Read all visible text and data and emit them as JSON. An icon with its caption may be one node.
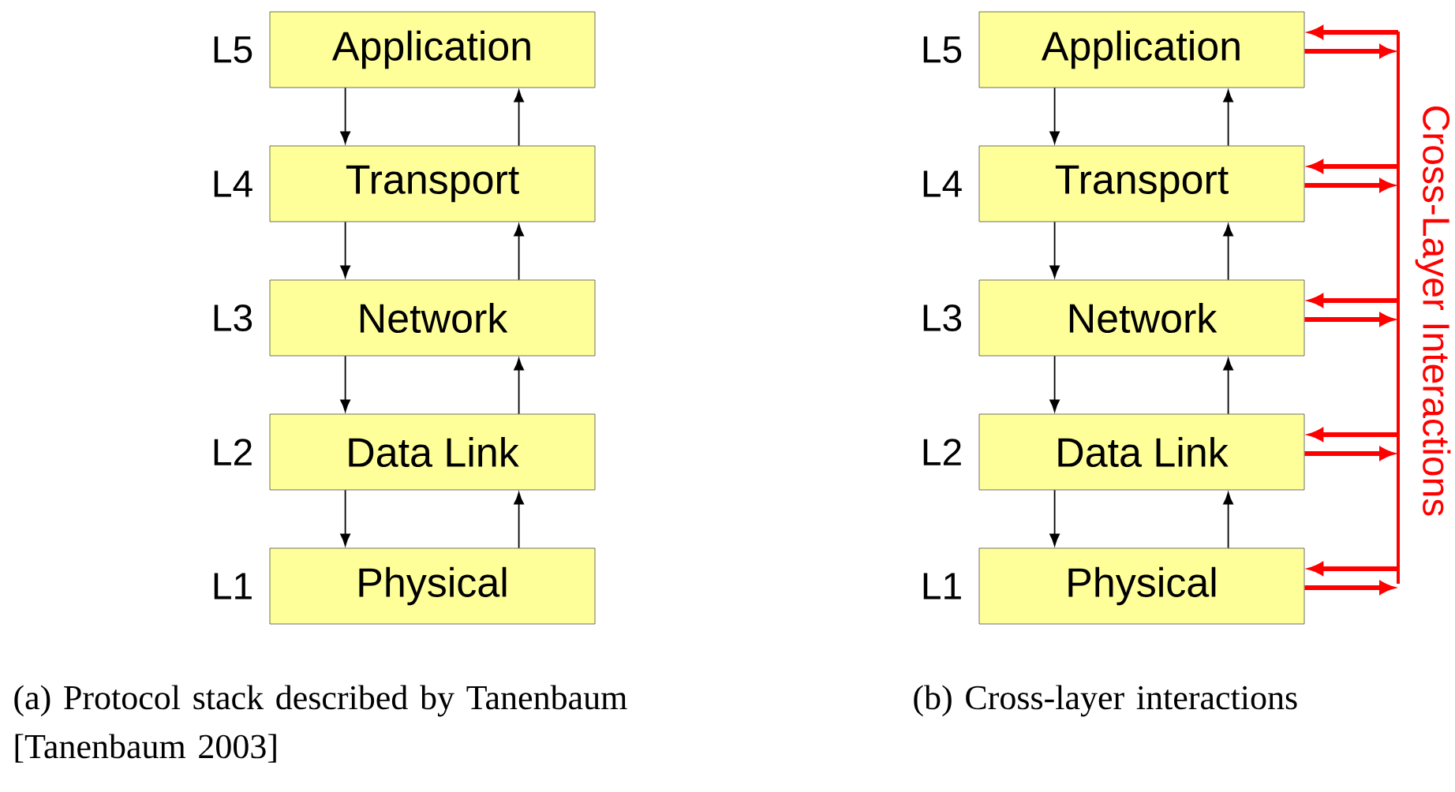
{
  "diagram": {
    "nodes": [
      {
        "text": [
          "Application"
        ],
        "beside": [
          "L5"
        ]
      },
      {
        "text": [
          "Transport"
        ],
        "beside": [
          "L4"
        ]
      },
      {
        "text": [
          "Network"
        ],
        "beside": [
          "L3"
        ]
      },
      {
        "text": [
          "Data Link"
        ],
        "beside": [
          "L2"
        ]
      },
      {
        "text": [
          "Physical"
        ],
        "beside": [
          "L1"
        ]
      },
      {
        "text": [
          "Application"
        ],
        "beside": [
          "L5"
        ]
      },
      {
        "text": [
          "Transport"
        ],
        "beside": [
          "L4"
        ]
      },
      {
        "text": [
          "Network"
        ],
        "beside": [
          "L3"
        ]
      },
      {
        "text": [
          "Data Link"
        ],
        "beside": [
          "L2"
        ]
      },
      {
        "text": [
          "Physical"
        ],
        "beside": [
          "L1"
        ]
      },
      {
        "text": [],
        "shape": "bar",
        "beside": [
          "Cross-Layer Interactions"
        ]
      }
    ],
    "edges": [
      {
        "from": 0,
        "to": 1,
        "arrow": "to"
      },
      {
        "from": 1,
        "to": 0,
        "arrow": "to"
      },
      {
        "from": 1,
        "to": 2,
        "arrow": "to"
      },
      {
        "from": 2,
        "to": 1,
        "arrow": "to"
      },
      {
        "from": 2,
        "to": 3,
        "arrow": "to"
      },
      {
        "from": 3,
        "to": 2,
        "arrow": "to"
      },
      {
        "from": 3,
        "to": 4,
        "arrow": "to"
      },
      {
        "from": 4,
        "to": 3,
        "arrow": "to"
      },
      {
        "from": 5,
        "to": 6,
        "arrow": "to"
      },
      {
        "from": 6,
        "to": 5,
        "arrow": "to"
      },
      {
        "from": 6,
        "to": 7,
        "arrow": "to"
      },
      {
        "from": 7,
        "to": 6,
        "arrow": "to"
      },
      {
        "from": 7,
        "to": 8,
        "arrow": "to"
      },
      {
        "from": 8,
        "to": 7,
        "arrow": "to"
      },
      {
        "from": 8,
        "to": 9,
        "arrow": "to"
      },
      {
        "from": 9,
        "to": 8,
        "arrow": "to"
      },
      {
        "from": 10,
        "to": 5,
        "arrow": "to",
        "style": "thick",
        "color": "#ff0000"
      },
      {
        "from": 5,
        "to": 10,
        "arrow": "to",
        "style": "thick",
        "color": "#ff0000"
      },
      {
        "from": 10,
        "to": 6,
        "arrow": "to",
        "style": "thick",
        "color": "#ff0000"
      },
      {
        "from": 6,
        "to": 10,
        "arrow": "to",
        "style": "thick",
        "color": "#ff0000"
      },
      {
        "from": 10,
        "to": 7,
        "arrow": "to",
        "style": "thick",
        "color": "#ff0000"
      },
      {
        "from": 7,
        "to": 10,
        "arrow": "to",
        "style": "thick",
        "color": "#ff0000"
      },
      {
        "from": 10,
        "to": 8,
        "arrow": "to",
        "style": "thick",
        "color": "#ff0000"
      },
      {
        "from": 8,
        "to": 10,
        "arrow": "to",
        "style": "thick",
        "color": "#ff0000"
      },
      {
        "from": 10,
        "to": 9,
        "arrow": "to",
        "style": "thick",
        "color": "#ff0000"
      },
      {
        "from": 9,
        "to": 10,
        "arrow": "to",
        "style": "thick",
        "color": "#ff0000"
      }
    ],
    "labels": [
      "(a) Protocol stack described by Tanenbaum [Tanenbaum 2003]",
      "(b) Cross-layer interactions"
    ]
  }
}
